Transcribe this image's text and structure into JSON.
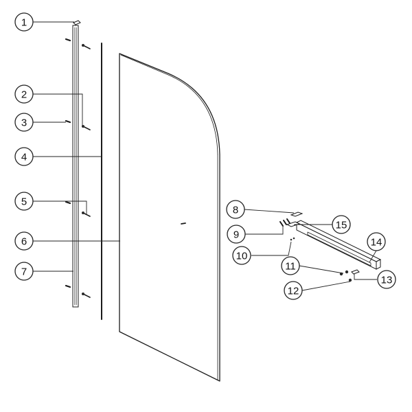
{
  "callouts": [
    {
      "id": "1",
      "label": "1"
    },
    {
      "id": "2",
      "label": "2"
    },
    {
      "id": "3",
      "label": "3"
    },
    {
      "id": "4",
      "label": "4"
    },
    {
      "id": "5",
      "label": "5"
    },
    {
      "id": "6",
      "label": "6"
    },
    {
      "id": "7",
      "label": "7"
    },
    {
      "id": "8",
      "label": "8"
    },
    {
      "id": "9",
      "label": "9"
    },
    {
      "id": "10",
      "label": "10"
    },
    {
      "id": "11",
      "label": "11"
    },
    {
      "id": "12",
      "label": "12"
    },
    {
      "id": "13",
      "label": "13"
    },
    {
      "id": "14",
      "label": "14"
    },
    {
      "id": "15",
      "label": "15"
    }
  ],
  "colors": {
    "line": "#1a1a1a",
    "background": "#ffffff",
    "accent": "#2a2a2a"
  }
}
